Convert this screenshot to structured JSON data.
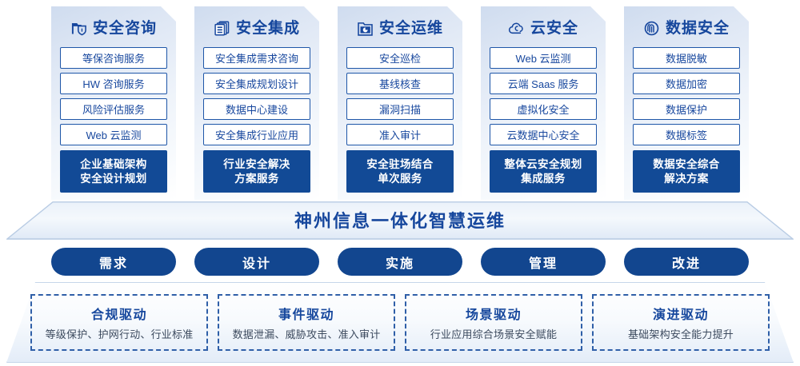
{
  "diagram": {
    "banner_title": "神州信息一体化智慧运维",
    "accent_blue": "#16479d",
    "panel_dark_blue": "#124a96",
    "item_border": "#1e56a8",
    "dashed_border": "#2f5fa8"
  },
  "columns": [
    {
      "icon": "folder-shield-icon",
      "title": "安全咨询",
      "items": [
        "等保咨询服务",
        "HW 咨询服务",
        "风险评估服务",
        "Web 云监测"
      ],
      "summary": [
        "企业基础架构",
        "安全设计规划"
      ]
    },
    {
      "icon": "stacked-documents-icon",
      "title": "安全集成",
      "items": [
        "安全集成需求咨询",
        "安全集成规划设计",
        "数据中心建设",
        "安全集成行业应用"
      ],
      "summary": [
        "行业安全解决",
        "方案服务"
      ]
    },
    {
      "icon": "folder-chart-icon",
      "title": "安全运维",
      "items": [
        "安全巡检",
        "基线核查",
        "漏洞扫描",
        "准入审计"
      ],
      "summary": [
        "安全驻场结合",
        "单次服务"
      ]
    },
    {
      "icon": "cloud-icon",
      "title": "云安全",
      "items": [
        "Web 云监测",
        "云端 Saas 服务",
        "虚拟化安全",
        "云数据中心安全"
      ],
      "summary": [
        "整体云安全规划",
        "集成服务"
      ]
    },
    {
      "icon": "fingerprint-icon",
      "title": "数据安全",
      "items": [
        "数据脱敏",
        "数据加密",
        "数据保护",
        "数据标签"
      ],
      "summary": [
        "数据安全综合",
        "解决方案"
      ]
    }
  ],
  "stages": [
    {
      "label": "需求"
    },
    {
      "label": "设计"
    },
    {
      "label": "实施"
    },
    {
      "label": "管理"
    },
    {
      "label": "改进"
    }
  ],
  "drivers": [
    {
      "title": "合规驱动",
      "desc": "等级保护、护网行动、行业标准"
    },
    {
      "title": "事件驱动",
      "desc": "数据泄漏、威胁攻击、准入审计"
    },
    {
      "title": "场景驱动",
      "desc": "行业应用综合场景安全赋能"
    },
    {
      "title": "演进驱动",
      "desc": "基础架构安全能力提升"
    }
  ]
}
